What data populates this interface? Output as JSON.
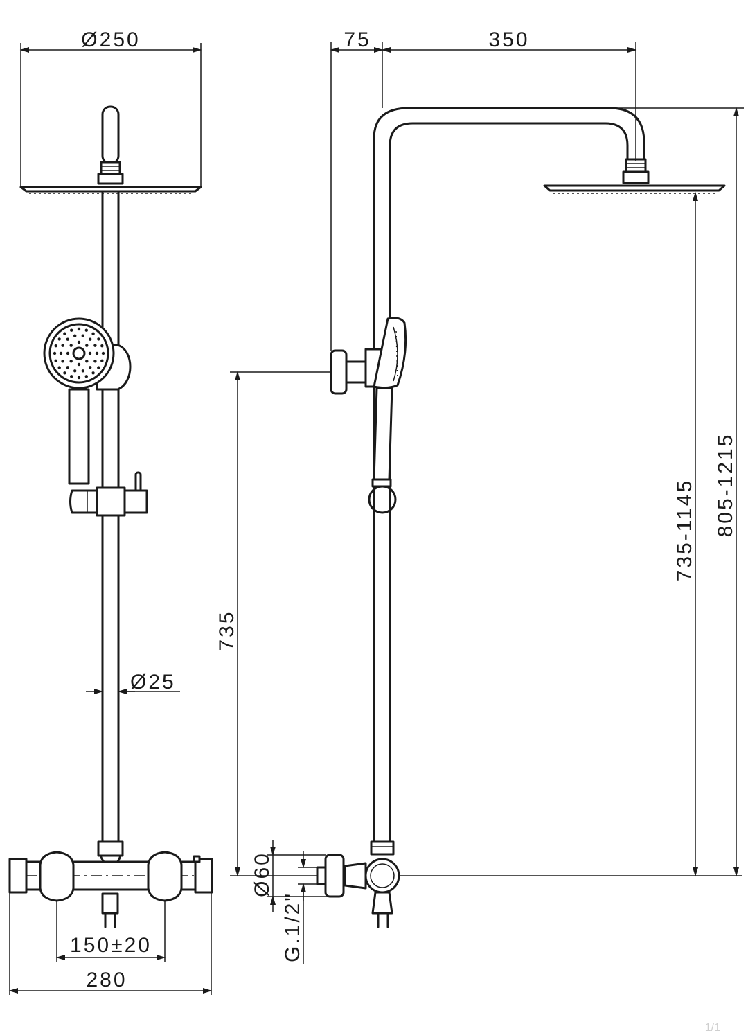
{
  "dimensions": {
    "head_diameter": "Ø250",
    "arm_offset": "75",
    "arm_length": "350",
    "outlet_height": "735",
    "head_height_range": "735-1145",
    "total_height_range": "805-1215",
    "pipe_diameter": "Ø25",
    "valve_diameter": "Ø60",
    "inlet_thread": "G.1/2\"",
    "inlet_spacing": "150±20",
    "mixer_width": "280"
  },
  "page_indicator": "1/1"
}
